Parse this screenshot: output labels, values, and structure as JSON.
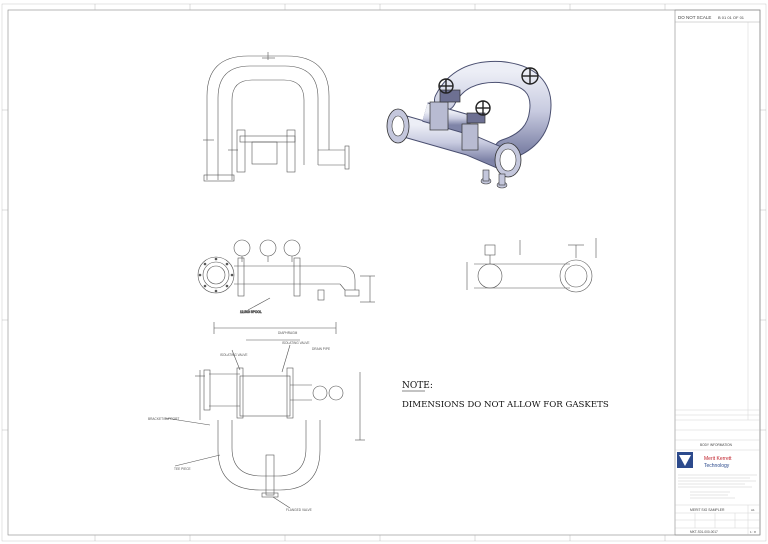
{
  "title_block": {
    "header": "DO NOT SCALE",
    "sheet_info": "B  01  01  OF  01",
    "company_line1": "Merit Kerrett",
    "company_line2": "Technology",
    "row_label_small": "BODY INFORMATION",
    "drawing_title": "MERIT SIG SAMPLER",
    "drawing_number": "MKT-S01-000-0017",
    "revision_cell": "A1",
    "bottom_cell": "1 : 8"
  },
  "note": {
    "heading": "NOTE:",
    "text": "DIMENSIONS DO NOT ALLOW FOR GASKETS"
  },
  "callouts": {
    "label_1": "12.500 SPOOL",
    "label_2": "DIAPHRAGM",
    "label_3": "ISOLATING VALVE",
    "label_4": "ISOLATING VALVE",
    "label_5": "BRACKET/SUPPORT",
    "label_6": "TEE PIECE",
    "label_7": "FLANGED VALVE",
    "label_8": "DRAIN PIPE"
  },
  "colors": {
    "line": "#555555",
    "border": "#777777",
    "brand_red": "#c0202a",
    "brand_blue": "#2c4a8c"
  }
}
